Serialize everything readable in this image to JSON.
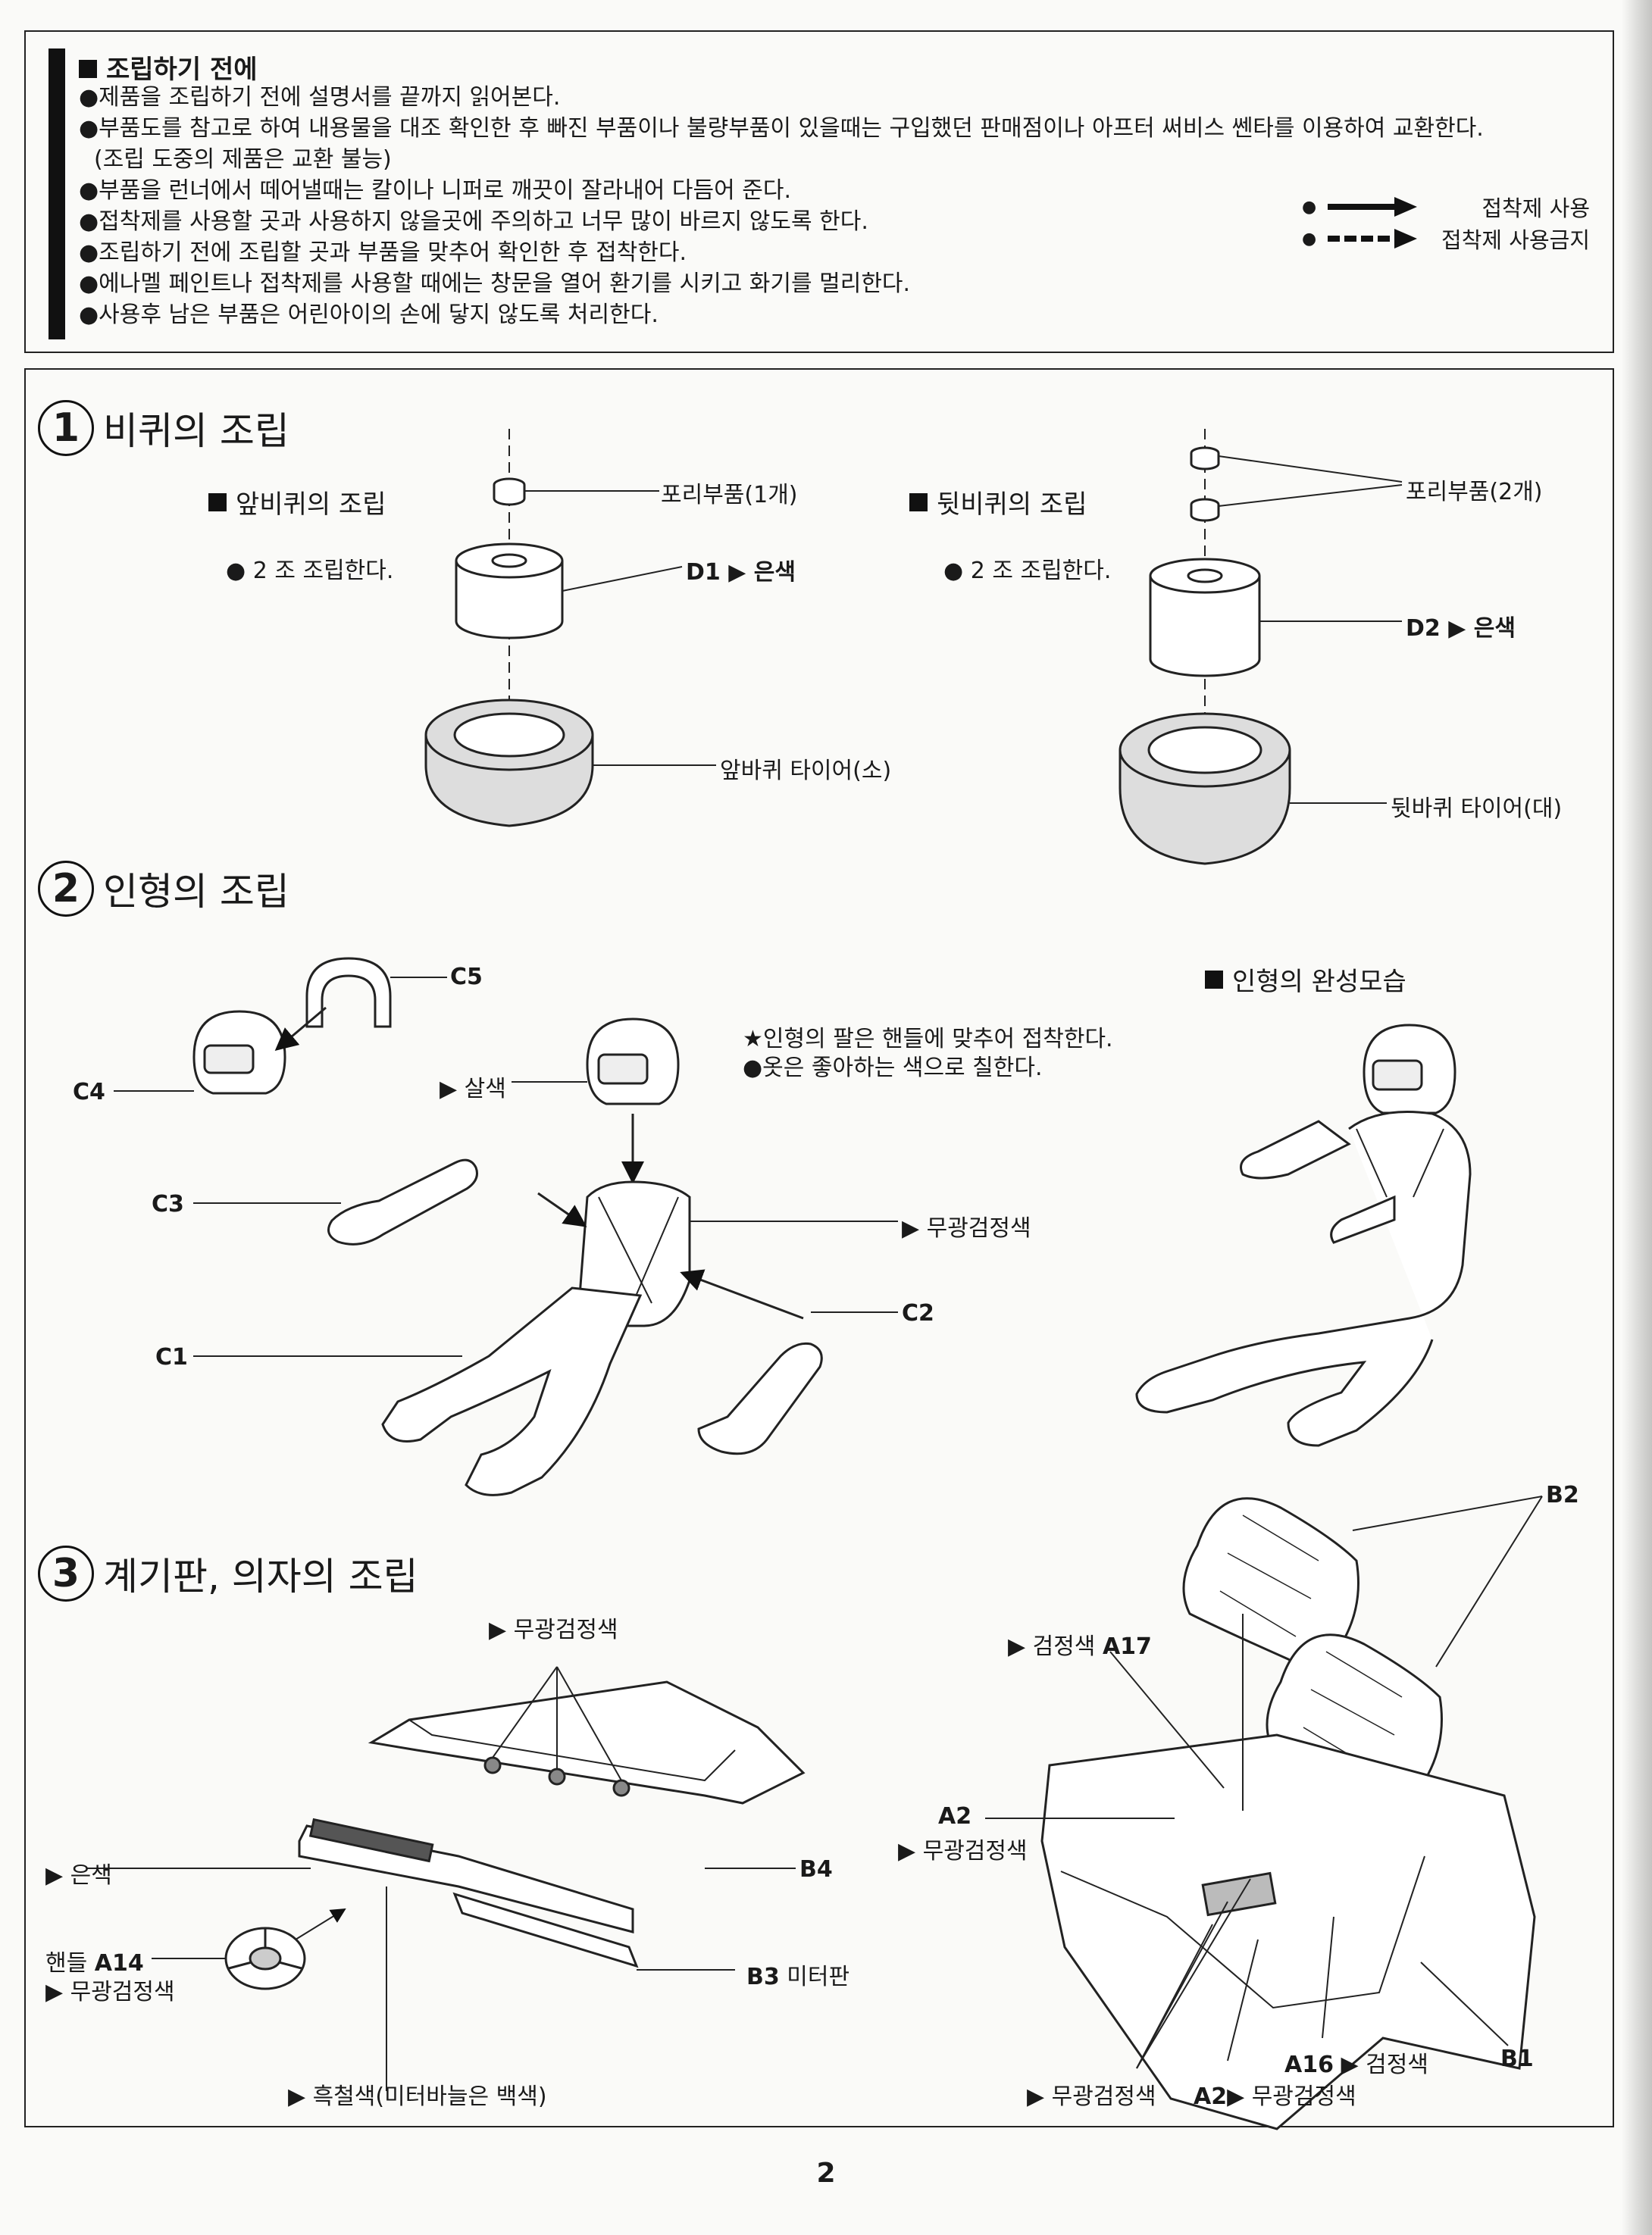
{
  "notice": {
    "title": "조립하기 전에",
    "items": [
      "●제품을 조립하기 전에 설명서를 끝까지 읽어본다.",
      "●부품도를 참고로 하여 내용물을 대조 확인한 후 빠진 부품이나 불량부품이 있을때는 구입했던 판매점이나 아프터 써비스 쎈타를 이용하여 교환한다.",
      "  (조립 도중의 제품은 교환 불능)",
      "●부품을 런너에서 떼어낼때는 칼이나 니퍼로 깨끗이 잘라내어 다듬어 준다.",
      "●접착제를 사용할 곳과 사용하지 않을곳에 주의하고 너무 많이 바르지 않도록 한다.",
      "●조립하기 전에 조립할 곳과 부품을 맞추어 확인한 후 접착한다.",
      "●에나멜 페인트나 접착제를 사용할 때에는 창문을 열어 환기를 시키고 화기를 멀리한다.",
      "●사용후 남은 부품은 어린아이의 손에 닿지 않도록 처리한다."
    ],
    "legend": [
      {
        "dot": "●",
        "label": "접착제 사용"
      },
      {
        "dot": "●",
        "label": "접착제 사용금지"
      }
    ]
  },
  "section1": {
    "num": "1",
    "title": "비퀴의 조립",
    "front": {
      "heading": "앞비퀴의 조립",
      "note": "● 2 조 조립한다.",
      "pulley": "포리부품(1개)",
      "hub": "D1 ▶ 은색",
      "tire": "앞바퀴 타이어(소)"
    },
    "rear": {
      "heading": "뒷비퀴의 조립",
      "note": "● 2 조 조립한다.",
      "pulley": "포리부품(2개)",
      "hub": "D2 ▶ 은색",
      "tire": "뒷바퀴 타이어(대)"
    }
  },
  "section2": {
    "num": "2",
    "title": "인형의 조립",
    "complete": "인형의 완성모습",
    "notes": [
      "★인형의 팔은 핸들에 맞추어 접착한다.",
      "●옷은 좋아하는 색으로 칠한다."
    ],
    "labels": {
      "c5": "C5",
      "c4": "C4",
      "skin": "▶ 살색",
      "c3": "C3",
      "matte": "▶ 무광검정색",
      "c2": "C2",
      "c1": "C1"
    }
  },
  "section3": {
    "num": "3",
    "title": "계기판, 의자의 조립",
    "labels": {
      "matte_top": "▶ 무광검정색",
      "silver": "▶ 은색",
      "b4": "B4",
      "handle": "핸들",
      "a14": "A14",
      "a14_color": "▶ 무광검정색",
      "b3": "B3",
      "b3_name": "미터판",
      "gunmetal": "▶ 흑철색(미터바늘은 백색)",
      "b2": "B2",
      "black_a17": "▶ 검정색",
      "a17": "A17",
      "a2_top": "A2",
      "a2_top_color": "▶ 무광검정색",
      "a16": "A16",
      "a16_color": "▶ 검정색",
      "b1": "B1",
      "matte_bottom": "▶ 무광검정색",
      "a2_bottom": "A2",
      "a2_bottom_color": "▶ 무광검정색"
    }
  },
  "page": "2"
}
